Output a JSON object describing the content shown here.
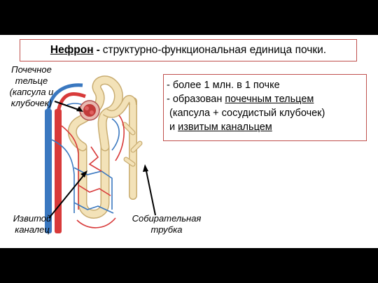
{
  "title": {
    "term": "Нефрон",
    "dash": "-",
    "rest": "структурно-функциональная единица почки."
  },
  "info": {
    "line1": "- более 1 млн. в 1 почке",
    "line2_prefix": "- образован ",
    "line2_link": "почечным тельцем",
    "line3": "(капсула + сосудистый клубочек)",
    "line4_prefix": "и ",
    "line4_link": "извитым канальцем"
  },
  "labels": {
    "corpuscle_1": "Почечное",
    "corpuscle_2": "тельце",
    "corpuscle_3": "(капсула и",
    "corpuscle_4": "клубочек)",
    "tubule_1": "Извитой",
    "tubule_2": "каналец",
    "duct_1": "Собирательная",
    "duct_2": "трубка"
  },
  "colors": {
    "frame_border": "#c0504d",
    "artery": "#d83a3a",
    "vein": "#3a78c0",
    "tubule": "#f3e2b8",
    "tubule_outline": "#c9ad72"
  }
}
